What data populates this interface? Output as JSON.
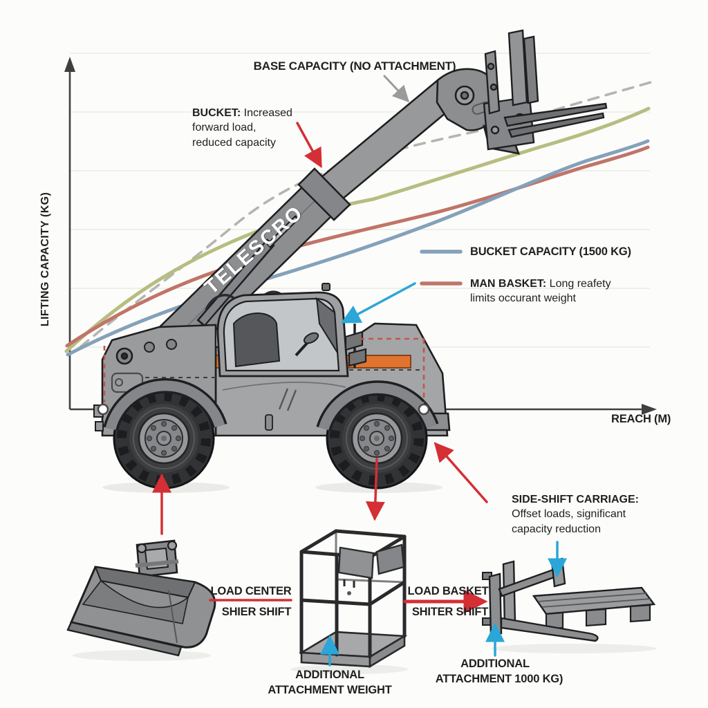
{
  "chart": {
    "y_axis_label": "LIFTING CAPACITY (KG)",
    "x_axis_label": "REACH (M)",
    "base_capacity_label": "BASE CAPACITY (NO ATTACHMENT)",
    "bucket_note": {
      "bold": "BUCKET:",
      "line1_rest": " Increased",
      "line2": "forward load,",
      "line3": "reduced capacity"
    },
    "legend": {
      "bucket": {
        "label": "BUCKET CAPACITY (1500 KG)",
        "color": "#84a1ba"
      },
      "man_basket": {
        "bold": "MAN BASKET:",
        "line1_rest": " Long reafety",
        "line2": "limits occurant weight",
        "color": "#c17468"
      }
    }
  },
  "machine": {
    "boom_text": "TELESCRO"
  },
  "callouts": {
    "side_shift": {
      "bold": "SIDE-SHIFT CARRIAGE:",
      "line2": "Offset loads, significant",
      "line3": "capacity reduction"
    },
    "load_center": {
      "line1": "LOAD CENTER",
      "line2": "SHIER SHIFT"
    },
    "load_basket": {
      "line1": "LOAD BASKET",
      "line2": "SHITER SHIFT"
    },
    "additional_weight": {
      "line1": "ADDITIONAL",
      "line2": "ATTACHMENT WEIGHT"
    },
    "additional_attachment": {
      "line1": "ADDITIONAL",
      "line2": "ATTACHMENT 1000 KG)"
    }
  },
  "colors": {
    "base_capacity_curve": "#b4b4b0",
    "olive_curve": "#b7bd80",
    "bucket_curve": "#84a1ba",
    "man_basket_curve": "#c17468",
    "red_arrow": "#d32f35",
    "blue_arrow": "#2ba6d8",
    "measure_dash": "#c2564c",
    "machine_orange": "#e0742f"
  },
  "chart_data": {
    "type": "line",
    "xlabel": "REACH (M)",
    "ylabel": "LIFTING CAPACITY (KG)",
    "axis_ticks": "none shown (conceptual diagram, no numeric tick labels)",
    "grid": "faint horizontal gridlines",
    "series": [
      {
        "name": "BASE CAPACITY (NO ATTACHMENT)",
        "style": "dashed",
        "color": "#b4b4b0"
      },
      {
        "name": "unlabeled olive curve",
        "style": "solid",
        "color": "#b7bd80"
      },
      {
        "name": "BUCKET CAPACITY (1500 KG)",
        "style": "solid",
        "color": "#84a1ba"
      },
      {
        "name": "MAN BASKET: Long reafety limits occurant weight",
        "style": "solid",
        "color": "#c17468"
      }
    ]
  }
}
